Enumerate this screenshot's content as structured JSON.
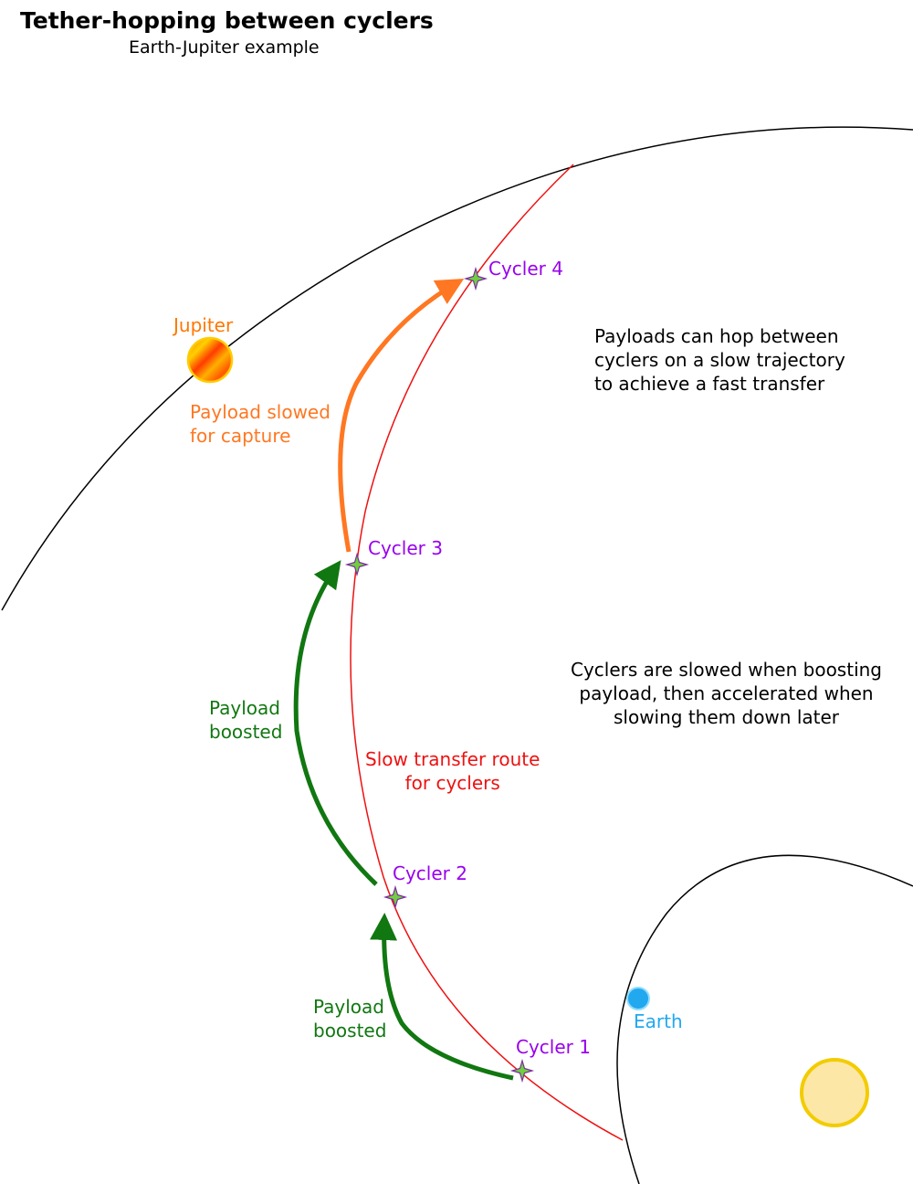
{
  "title": "Tether-hopping between cyclers",
  "subtitle": "Earth-Jupiter example",
  "bodies": {
    "jupiter": "Jupiter",
    "earth": "Earth"
  },
  "cyclers": [
    "Cycler 1",
    "Cycler 2",
    "Cycler 3",
    "Cycler 4"
  ],
  "route_label": "Slow transfer route\nfor cyclers",
  "boost_label": "Payload\nboosted",
  "capture_label": "Payload slowed\nfor capture",
  "notes": {
    "hop": "Payloads can hop between\ncyclers on a slow trajectory\nto achieve a fast transfer",
    "cycler_speed": "Cyclers are slowed when boosting\npayload, then accelerated when\nslowing them down later"
  },
  "colors": {
    "cycler": "#9900ee",
    "route": "#ee1111",
    "boost": "#117711",
    "capture": "#ff7722",
    "earth": "#22a8ee",
    "jupiter": "#ff7700",
    "sun": "#fde7a6",
    "sun_outline": "#f2cc00"
  }
}
